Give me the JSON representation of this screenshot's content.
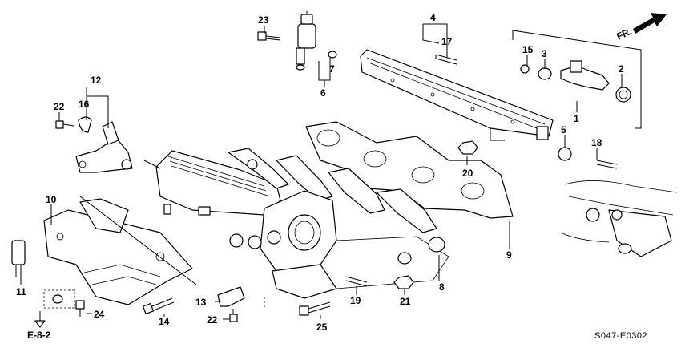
{
  "diagram": {
    "direction_label": "FR.",
    "reference_label": "E-8-2",
    "diagram_code": "S047-E0302",
    "callouts": [
      "1",
      "2",
      "3",
      "4",
      "5",
      "6",
      "7",
      "8",
      "9",
      "10",
      "11",
      "12",
      "13",
      "14",
      "15",
      "16",
      "17",
      "18",
      "19",
      "20",
      "21",
      "22",
      "22",
      "23",
      "24",
      "25"
    ]
  },
  "colors": {
    "ink": "#000000",
    "paper": "#ffffff"
  }
}
